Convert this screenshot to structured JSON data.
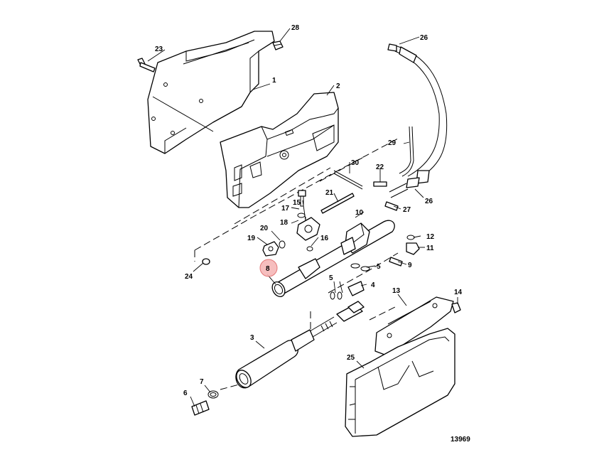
{
  "figure_number": "13969",
  "highlight": {
    "callout": "8",
    "fill": "#f6b7b7",
    "stroke": "#e06a6a"
  },
  "callouts": [
    {
      "id": "c1",
      "label": "1"
    },
    {
      "id": "c2",
      "label": "2"
    },
    {
      "id": "c3",
      "label": "3"
    },
    {
      "id": "c4",
      "label": "4"
    },
    {
      "id": "c5a",
      "label": "5"
    },
    {
      "id": "c5b",
      "label": "5"
    },
    {
      "id": "c6",
      "label": "6"
    },
    {
      "id": "c7",
      "label": "7"
    },
    {
      "id": "c8",
      "label": "8"
    },
    {
      "id": "c9",
      "label": "9"
    },
    {
      "id": "c10",
      "label": "10"
    },
    {
      "id": "c11",
      "label": "11"
    },
    {
      "id": "c12",
      "label": "12"
    },
    {
      "id": "c13",
      "label": "13"
    },
    {
      "id": "c14",
      "label": "14"
    },
    {
      "id": "c15",
      "label": "15"
    },
    {
      "id": "c16",
      "label": "16"
    },
    {
      "id": "c17",
      "label": "17"
    },
    {
      "id": "c18",
      "label": "18"
    },
    {
      "id": "c19",
      "label": "19"
    },
    {
      "id": "c20",
      "label": "20"
    },
    {
      "id": "c21",
      "label": "21"
    },
    {
      "id": "c22",
      "label": "22"
    },
    {
      "id": "c23",
      "label": "23"
    },
    {
      "id": "c24",
      "label": "24"
    },
    {
      "id": "c25",
      "label": "25"
    },
    {
      "id": "c26a",
      "label": "26"
    },
    {
      "id": "c26b",
      "label": "26"
    },
    {
      "id": "c27",
      "label": "27"
    },
    {
      "id": "c28",
      "label": "28"
    },
    {
      "id": "c29",
      "label": "29"
    },
    {
      "id": "c30",
      "label": "30"
    }
  ]
}
